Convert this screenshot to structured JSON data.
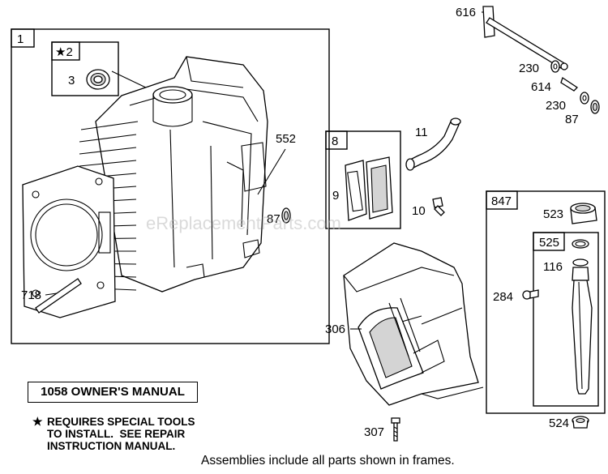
{
  "frames": {
    "engine_block": "1",
    "bearing_kit": "★2",
    "gasket_kit": "8",
    "dipstick_assembly": "847",
    "dipstick_tube_kit": "525"
  },
  "parts": {
    "bearing": "3",
    "breather_rod": "616",
    "washer_upper": "230",
    "retainer": "614",
    "washer_lower": "230",
    "seal_right": "87",
    "seal_block": "87",
    "breather_tube": "11",
    "screw": "10",
    "gasket": "9",
    "stud": "552",
    "dowel_pin": "718",
    "air_guide": "306",
    "air_guide_screw": "307",
    "dipstick_cap": "523",
    "o_ring": "116",
    "tube_screw": "284",
    "tube_grommet": "524"
  },
  "manual_label": "1058 OWNER'S MANUAL",
  "note": {
    "star": "★",
    "lines": [
      "REQUIRES SPECIAL TOOLS",
      "TO INSTALL.  SEE REPAIR",
      "INSTRUCTION MANUAL."
    ]
  },
  "caption": "Assemblies include all parts shown in frames.",
  "watermark": "eReplacementParts.com"
}
